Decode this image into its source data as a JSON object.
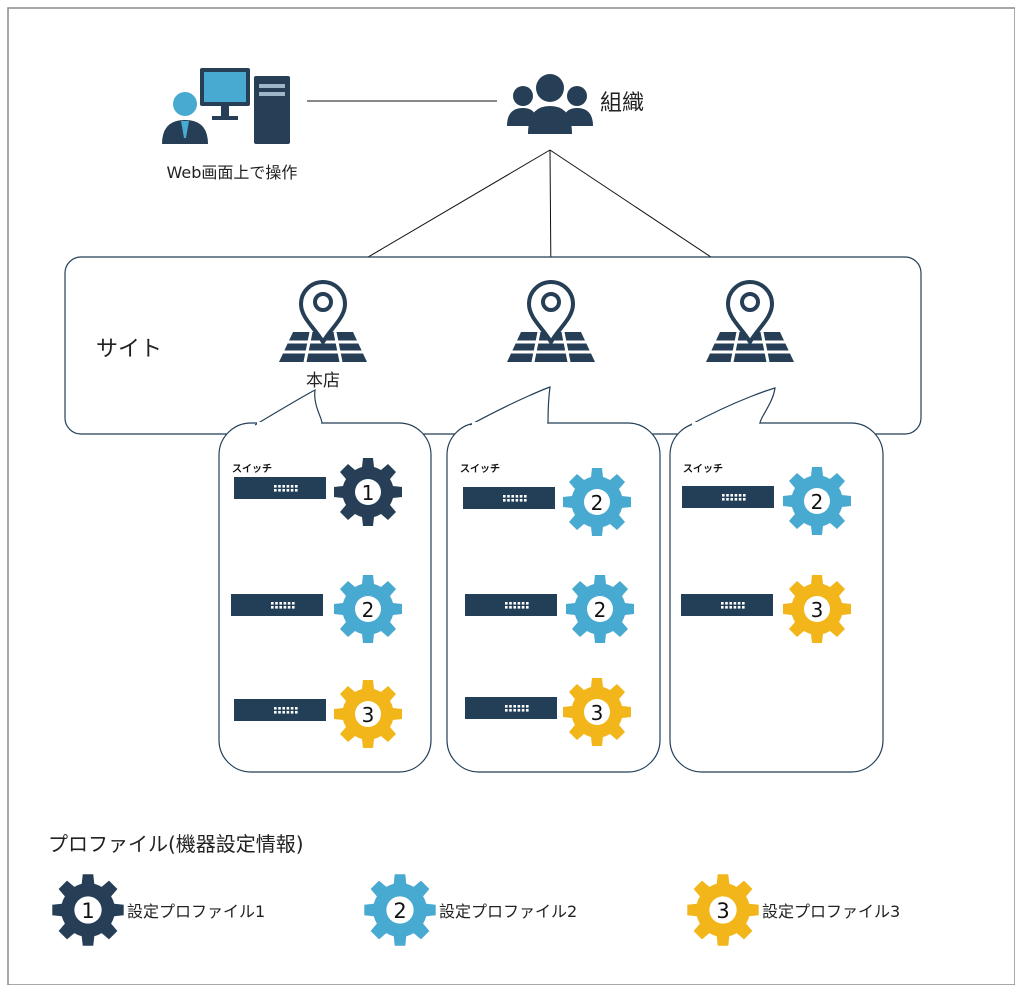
{
  "colors": {
    "profile1": "#263f56",
    "profile2": "#48a9d1",
    "profile3": "#f2b61b",
    "switch_body": "#223f57",
    "pin": "#263f56",
    "outline": "#223f57"
  },
  "operator": {
    "label": "Web画面上で操作",
    "icon": "operator-computer-icon"
  },
  "organization": {
    "label": "組織",
    "icon": "people-group-icon"
  },
  "site_group": {
    "label": "サイト",
    "sites": [
      {
        "name": "本店",
        "icon": "map-pin-icon"
      },
      {
        "name": "",
        "icon": "map-pin-icon"
      },
      {
        "name": "",
        "icon": "map-pin-icon"
      }
    ]
  },
  "site_details": [
    {
      "switch_label": "スイッチ",
      "switches": [
        {
          "profile": 1
        },
        {
          "profile": 2
        },
        {
          "profile": 3
        }
      ]
    },
    {
      "switch_label": "スイッチ",
      "switches": [
        {
          "profile": 2
        },
        {
          "profile": 2
        },
        {
          "profile": 3
        }
      ]
    },
    {
      "switch_label": "スイッチ",
      "switches": [
        {
          "profile": 2
        },
        {
          "profile": 3
        }
      ]
    }
  ],
  "legend": {
    "title": "プロファイル(機器設定情報)",
    "items": [
      {
        "number": "1",
        "label": "設定プロファイル1",
        "color_key": "profile1"
      },
      {
        "number": "2",
        "label": "設定プロファイル2",
        "color_key": "profile2"
      },
      {
        "number": "3",
        "label": "設定プロファイル3",
        "color_key": "profile3"
      }
    ]
  }
}
